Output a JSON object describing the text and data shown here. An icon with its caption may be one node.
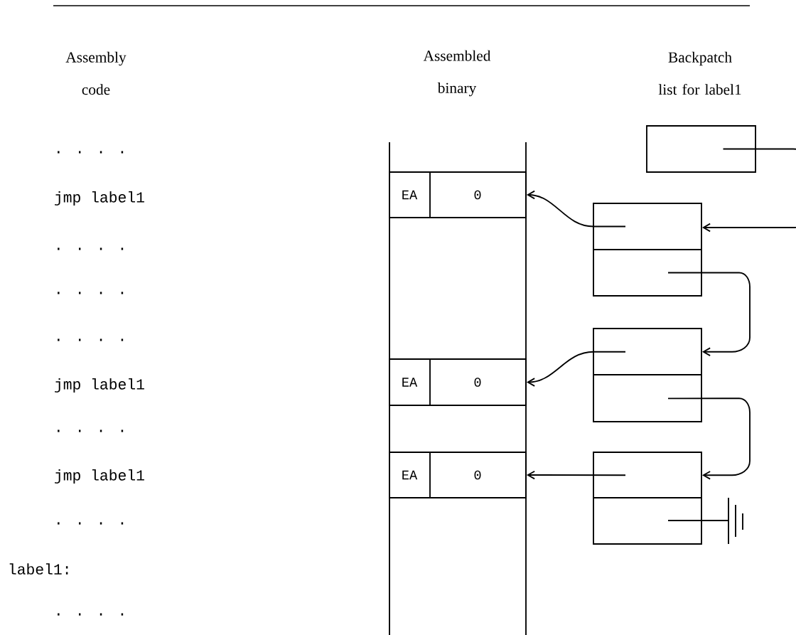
{
  "diagram": {
    "nodes": [
      {
        "text": [],
        "shape": "box"
      },
      {
        "text": [
          "EA",
          "0"
        ],
        "in": 0
      },
      {
        "text": [
          "EA",
          "0"
        ],
        "in": 0
      },
      {
        "text": [
          "EA",
          "0"
        ],
        "in": 0
      },
      {
        "text": [],
        "shape": "box"
      },
      {
        "text": [],
        "shape": "box"
      },
      {
        "text": [],
        "shape": "box"
      },
      {
        "text": [],
        "shape": "box"
      }
    ],
    "edges": [
      {
        "from": 4,
        "to": 5,
        "arrow": "to"
      },
      {
        "from": 5,
        "to": 1,
        "arrow": "to"
      },
      {
        "from": 5,
        "to": 6,
        "arrow": "to"
      },
      {
        "from": 6,
        "to": 2,
        "arrow": "to"
      },
      {
        "from": 6,
        "to": 7,
        "arrow": "to"
      },
      {
        "from": 7,
        "to": 3,
        "arrow": "to"
      }
    ],
    "labels": [
      "Assembly code",
      "Assembled binary",
      "Backpatch list for label1",
      ". . . .",
      "jmp label1",
      ". . . .",
      ". . . .",
      ". . . .",
      "jmp label1",
      ". . . .",
      "jmp label1",
      ". . . .",
      "label1:",
      ". . . ."
    ]
  }
}
